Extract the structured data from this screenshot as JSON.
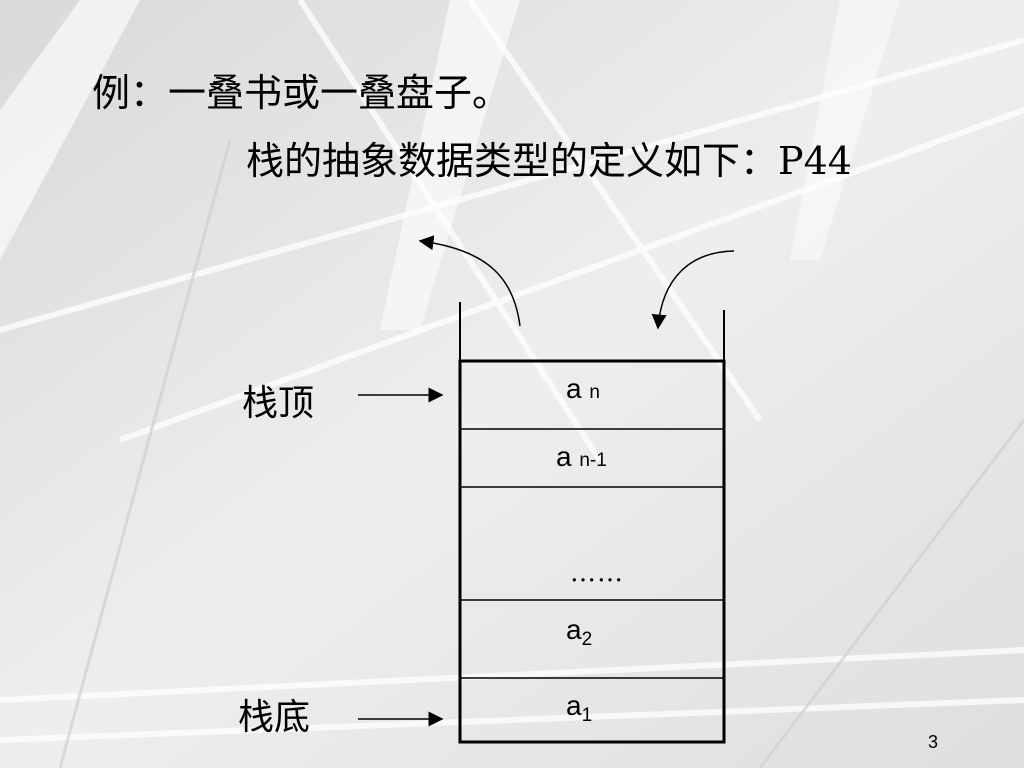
{
  "slide": {
    "line1": "例：一叠书或一叠盘子。",
    "line2": "栈的抽象数据类型的定义如下：P44",
    "page_number": "3"
  },
  "stack": {
    "top_label": "栈顶",
    "bottom_label": "栈底",
    "cells": [
      {
        "base": "a",
        "sub": "n"
      },
      {
        "base": "a",
        "sub": "n-1"
      },
      {
        "base": "",
        "sub": "",
        "ellipsis": "……"
      },
      {
        "base": "a",
        "sub": "2"
      },
      {
        "base": "a",
        "sub": "1"
      }
    ]
  }
}
